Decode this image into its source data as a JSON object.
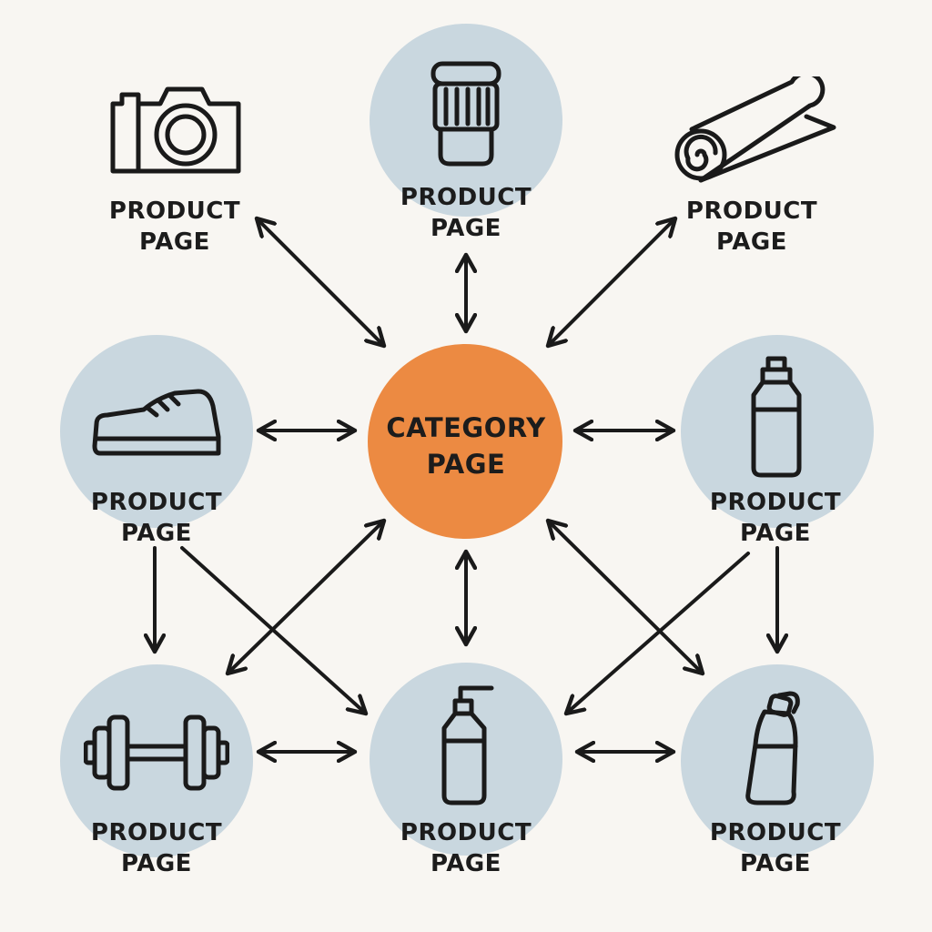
{
  "colors": {
    "background": "#f8f6f2",
    "product_circle": "#c9d7df",
    "category_circle": "#ec8a42",
    "stroke": "#1a1a1a"
  },
  "category": {
    "line1": "CATEGORY",
    "line2": "PAGE"
  },
  "products": [
    {
      "id": "camera",
      "icon": "camera-icon",
      "circle": false,
      "line1": "PRODUCT",
      "line2": "PAGE"
    },
    {
      "id": "lens",
      "icon": "camera-lens-icon",
      "circle": true,
      "line1": "PRODUCT",
      "line2": "PAGE"
    },
    {
      "id": "mat",
      "icon": "yoga-mat-icon",
      "circle": false,
      "line1": "PRODUCT",
      "line2": "PAGE"
    },
    {
      "id": "shoe",
      "icon": "sneaker-icon",
      "circle": true,
      "line1": "PRODUCT",
      "line2": "PAGE"
    },
    {
      "id": "bottle",
      "icon": "sport-bottle-icon",
      "circle": true,
      "line1": "PRODUCT",
      "line2": "PAGE"
    },
    {
      "id": "dumbbell",
      "icon": "dumbbell-icon",
      "circle": true,
      "line1": "PRODUCT",
      "line2": "PAGE"
    },
    {
      "id": "pump",
      "icon": "pump-bottle-icon",
      "circle": true,
      "line1": "PRODUCT",
      "line2": "PAGE"
    },
    {
      "id": "flask",
      "icon": "water-flask-icon",
      "circle": true,
      "line1": "PRODUCT",
      "line2": "PAGE"
    }
  ],
  "links": [
    {
      "from": "camera",
      "to": "category",
      "direction": "both"
    },
    {
      "from": "lens",
      "to": "category",
      "direction": "both"
    },
    {
      "from": "mat",
      "to": "category",
      "direction": "both"
    },
    {
      "from": "shoe",
      "to": "category",
      "direction": "both"
    },
    {
      "from": "bottle",
      "to": "category",
      "direction": "both"
    },
    {
      "from": "pump",
      "to": "category",
      "direction": "both"
    },
    {
      "from": "dumbbell",
      "to": "category",
      "direction": "both"
    },
    {
      "from": "flask",
      "to": "category",
      "direction": "both"
    },
    {
      "from": "shoe",
      "to": "dumbbell",
      "direction": "forward"
    },
    {
      "from": "shoe",
      "to": "pump",
      "direction": "forward"
    },
    {
      "from": "bottle",
      "to": "flask",
      "direction": "forward"
    },
    {
      "from": "bottle",
      "to": "pump",
      "direction": "forward"
    },
    {
      "from": "dumbbell",
      "to": "pump",
      "direction": "both"
    },
    {
      "from": "pump",
      "to": "flask",
      "direction": "both"
    }
  ]
}
